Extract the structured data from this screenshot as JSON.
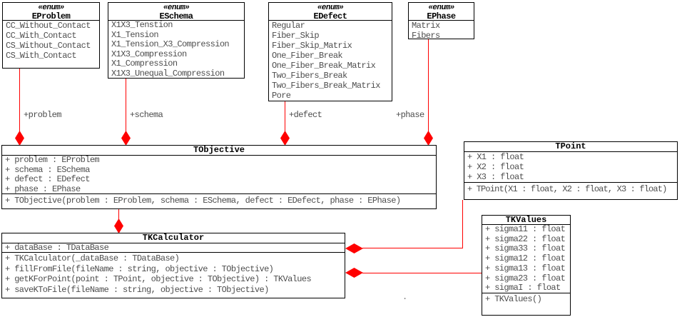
{
  "colors": {
    "connector_red": "#ff0000",
    "box_border": "#000000",
    "member_text": "#4d4d4d",
    "title_text": "#000000",
    "background": "#ffffff"
  },
  "enums": [
    {
      "stereotype": "«enum»",
      "name": "EProblem",
      "items": [
        "CC_Without_Contact",
        "CC_With_Contact",
        "CS_Without_Contact",
        "CS_With_Contact"
      ]
    },
    {
      "stereotype": "«enum»",
      "name": "ESchema",
      "items": [
        "X1X3_Tenstion",
        "X1_Tension",
        "X1_Tension_X3_Compression",
        "X1X3_Compression",
        "X1_Compression",
        "X1X3_Unequal_Compression"
      ]
    },
    {
      "stereotype": "«enum»",
      "name": "EDefect",
      "items": [
        "Regular",
        "Fiber_Skip",
        "Fiber_Skip_Matrix",
        "One_Fiber_Break",
        "One_Fiber_Break_Matrix",
        "Two_Fibers_Break",
        "Two_Fibers_Break_Matrix",
        "Pore"
      ]
    },
    {
      "stereotype": "«enum»",
      "name": "EPhase",
      "items": [
        "Matrix",
        "Fibers"
      ]
    }
  ],
  "classes": [
    {
      "name": "TObjective",
      "attributes": [
        "+ problem : EProblem",
        "+ schema : ESchema",
        "+ defect : EDefect",
        "+ phase : EPhase"
      ],
      "methods": [
        "+ TObjective(problem : EProblem, schema : ESchema, defect : EDefect, phase : EPhase)"
      ]
    },
    {
      "name": "TPoint",
      "attributes": [
        "+ X1 : float",
        "+ X2 : float",
        "+ X3 : float"
      ],
      "methods": [
        "+ TPoint(X1 : float, X2 : float, X3 : float)"
      ]
    },
    {
      "name": "TKCalculator",
      "attributes": [
        "+ dataBase : TDataBase"
      ],
      "methods": [
        "+ TKCalculator(_dataBase : TDataBase)",
        "+ fillFromFile(fileName : string, objective : TObjective)",
        "+ getKForPoint(point : TPoint, objective : TObjective) : TKValues",
        "+ saveKToFile(fileName : string, objective : TObjective)"
      ]
    },
    {
      "name": "TKValues",
      "attributes": [
        "+ sigma11 : float",
        "+ sigma22 : float",
        "+ sigma33 : float",
        "+ sigma12 : float",
        "+ sigma13 : float",
        "+ sigma23 : float",
        "+ sigmaI : float"
      ],
      "methods": [
        "+ TKValues()"
      ]
    }
  ],
  "connector_labels": {
    "problem": "+problem",
    "schema": "+schema",
    "defect": "+defect",
    "phase": "+phase"
  },
  "misc": {
    "stray_dot": "."
  }
}
